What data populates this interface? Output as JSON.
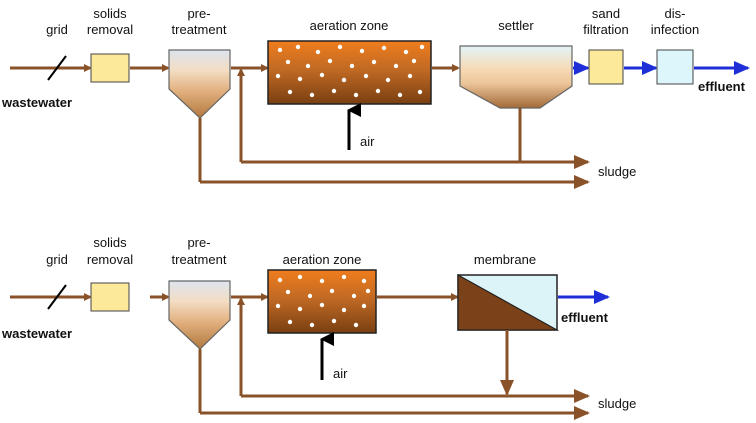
{
  "colors": {
    "flow": "#8a5228",
    "effluent": "#1f2fd8",
    "air": "#000000",
    "box_fill": "#fde99a",
    "tank_fill": "#ffe8c8",
    "aeration_top": "#f07d1d",
    "aeration_bottom": "#7a3f12",
    "membrane_light": "#dcf4f8",
    "membrane_dark": "#7b4219",
    "disinfection_fill": "#dcf6fb",
    "bubble": "#ffffff"
  },
  "top": {
    "grid": "grid",
    "solids": [
      "solids",
      "removal"
    ],
    "pre": [
      "pre-",
      "treatment"
    ],
    "aeration": "aeration zone",
    "settler": "settler",
    "sand": [
      "sand",
      "filtration"
    ],
    "dis": [
      "dis-",
      "infection"
    ],
    "wastewater": "wastewater",
    "effluent": "effluent",
    "air": "air",
    "sludge": "sludge"
  },
  "bottom": {
    "grid": "grid",
    "solids": [
      "solids",
      "removal"
    ],
    "pre": [
      "pre-",
      "treatment"
    ],
    "aeration": "aeration zone",
    "membrane": "membrane",
    "wastewater": "wastewater",
    "effluent": "effluent",
    "air": "air",
    "sludge": "sludge"
  }
}
